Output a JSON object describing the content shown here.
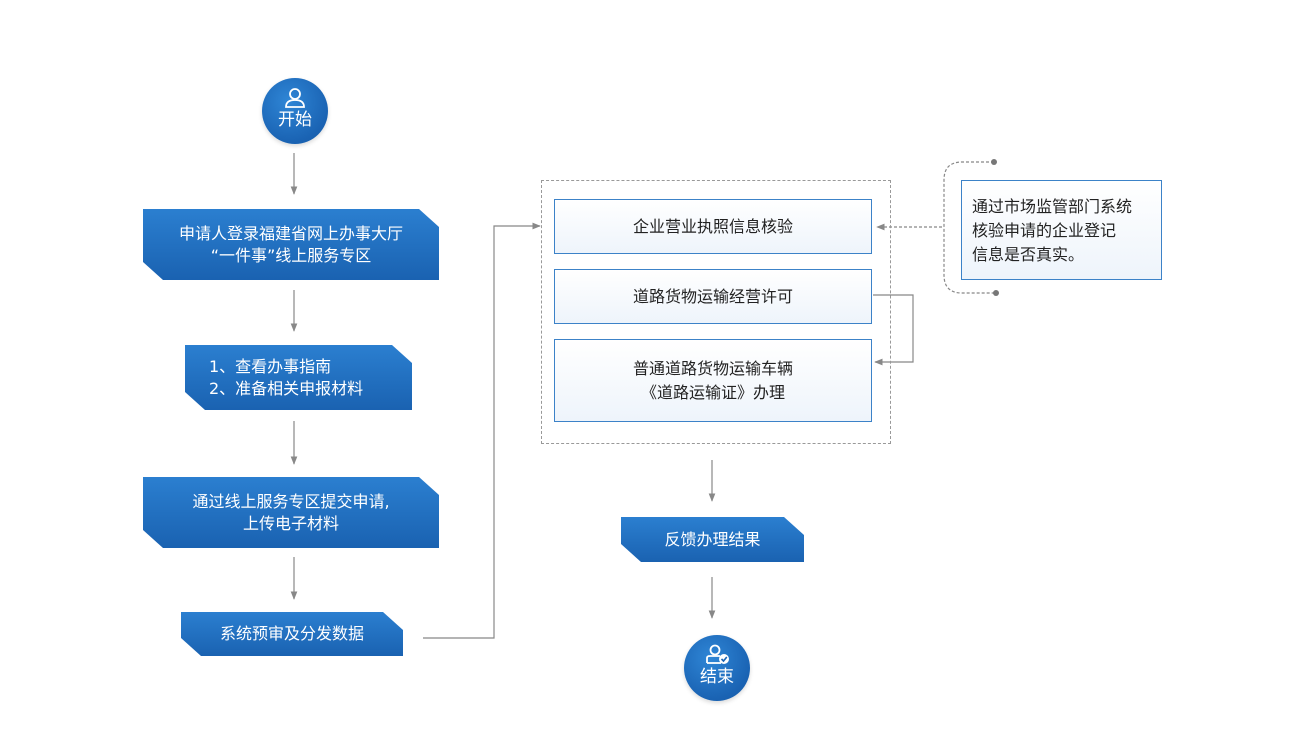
{
  "start": {
    "label": "开始",
    "icon": "user-icon"
  },
  "end": {
    "label": "结束",
    "icon": "user-check-icon"
  },
  "steps": {
    "login": {
      "line1": "申请人登录福建省网上办事大厅",
      "line2": "“一件事”线上服务专区"
    },
    "guide": {
      "line1": "1、查看办事指南",
      "line2": "2、准备相关申报材料"
    },
    "submit": {
      "line1": "通过线上服务专区提交申请,",
      "line2": "上传电子材料"
    },
    "precheck": {
      "line1": "系统预审及分发数据"
    }
  },
  "process": {
    "license_check": "企业营业执照信息核验",
    "transport_permit": "道路货物运输经营许可",
    "vehicle_cert": {
      "line1": "普通道路货物运输车辆",
      "line2": "《道路运输证》办理"
    }
  },
  "note": {
    "line1": "通过市场监管部门系统",
    "line2": "核验申请的企业登记",
    "line3": "信息是否真实。"
  },
  "feedback": {
    "label": "反馈办理结果"
  },
  "colors": {
    "primary": "#1a63b3",
    "box_border": "#3c82c8",
    "arrow": "#888888"
  }
}
